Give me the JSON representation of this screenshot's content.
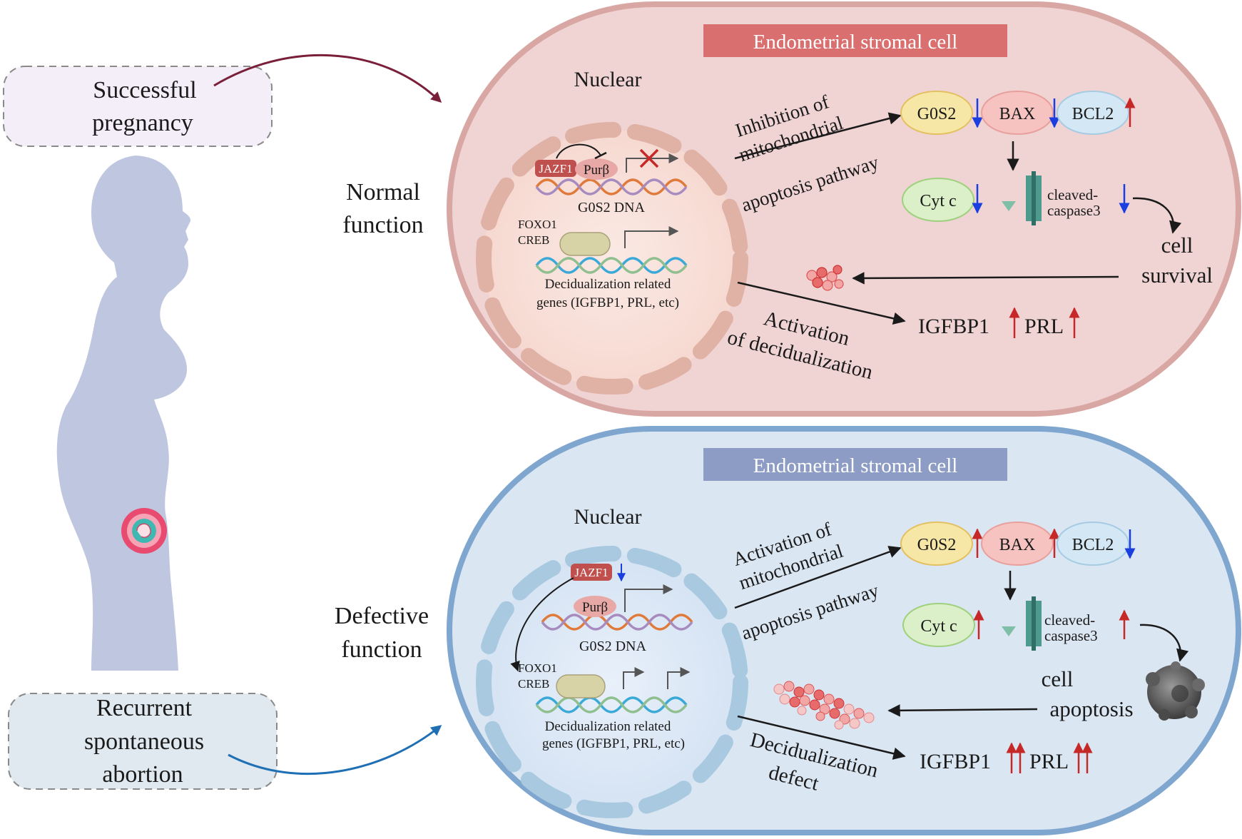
{
  "colors": {
    "normal_cell_fill": "#f0d3d3",
    "normal_cell_stroke": "#d9a7a3",
    "normal_header": "#d96f6f",
    "defective_cell_fill": "#dbe6f3",
    "defective_cell_stroke": "#7fa6cf",
    "defective_header": "#8c9cc4",
    "silhouette": "#bfc6e0",
    "up_arrow": "#c62828",
    "down_arrow": "#1a3ee0"
  },
  "left": {
    "success_line1": "Successful",
    "success_line2": "pregnancy",
    "rsa_line1": "Recurrent",
    "rsa_line2": "spontaneous",
    "rsa_line3": "abortion",
    "normal_line1": "Normal",
    "normal_line2": "function",
    "defective_line1": "Defective",
    "defective_line2": "function"
  },
  "normal": {
    "header": "Endometrial stromal cell",
    "nuclear": "Nuclear",
    "jazf1": "JAZF1",
    "purb": "Purβ",
    "g0s2_dna": "G0S2 DNA",
    "foxo1": "FOXO1",
    "creb": "CREB",
    "decid_line1": "Decidualization related",
    "decid_line2": "genes (IGFBP1, PRL, etc)",
    "path_line1": "Inhibition of",
    "path_line2": "mitochondrial",
    "path_line3": "apoptosis pathway",
    "g0s2": "G0S2",
    "bax": "BAX",
    "bcl2": "BCL2",
    "cytc": "Cyt c",
    "casp_line1": "cleaved-",
    "casp_line2": "caspase3",
    "outcome_line1": "cell",
    "outcome_line2": "survival",
    "act_line1": "Activation",
    "act_line2": "of decidualization",
    "igfbp1": "IGFBP1",
    "prl": "PRL"
  },
  "defective": {
    "header": "Endometrial stromal cell",
    "nuclear": "Nuclear",
    "jazf1": "JAZF1",
    "purb": "Purβ",
    "g0s2_dna": "G0S2 DNA",
    "foxo1": "FOXO1",
    "creb": "CREB",
    "decid_line1": "Decidualization related",
    "decid_line2": "genes (IGFBP1, PRL, etc)",
    "path_line1": "Activation of",
    "path_line2": "mitochondrial",
    "path_line3": "apoptosis pathway",
    "g0s2": "G0S2",
    "bax": "BAX",
    "bcl2": "BCL2",
    "cytc": "Cyt c",
    "casp_line1": "cleaved-",
    "casp_line2": "caspase3",
    "outcome_line1": "cell",
    "outcome_line2": "apoptosis",
    "act_line1": "Decidualization",
    "act_line2": "defect",
    "igfbp1": "IGFBP1",
    "prl": "PRL"
  }
}
